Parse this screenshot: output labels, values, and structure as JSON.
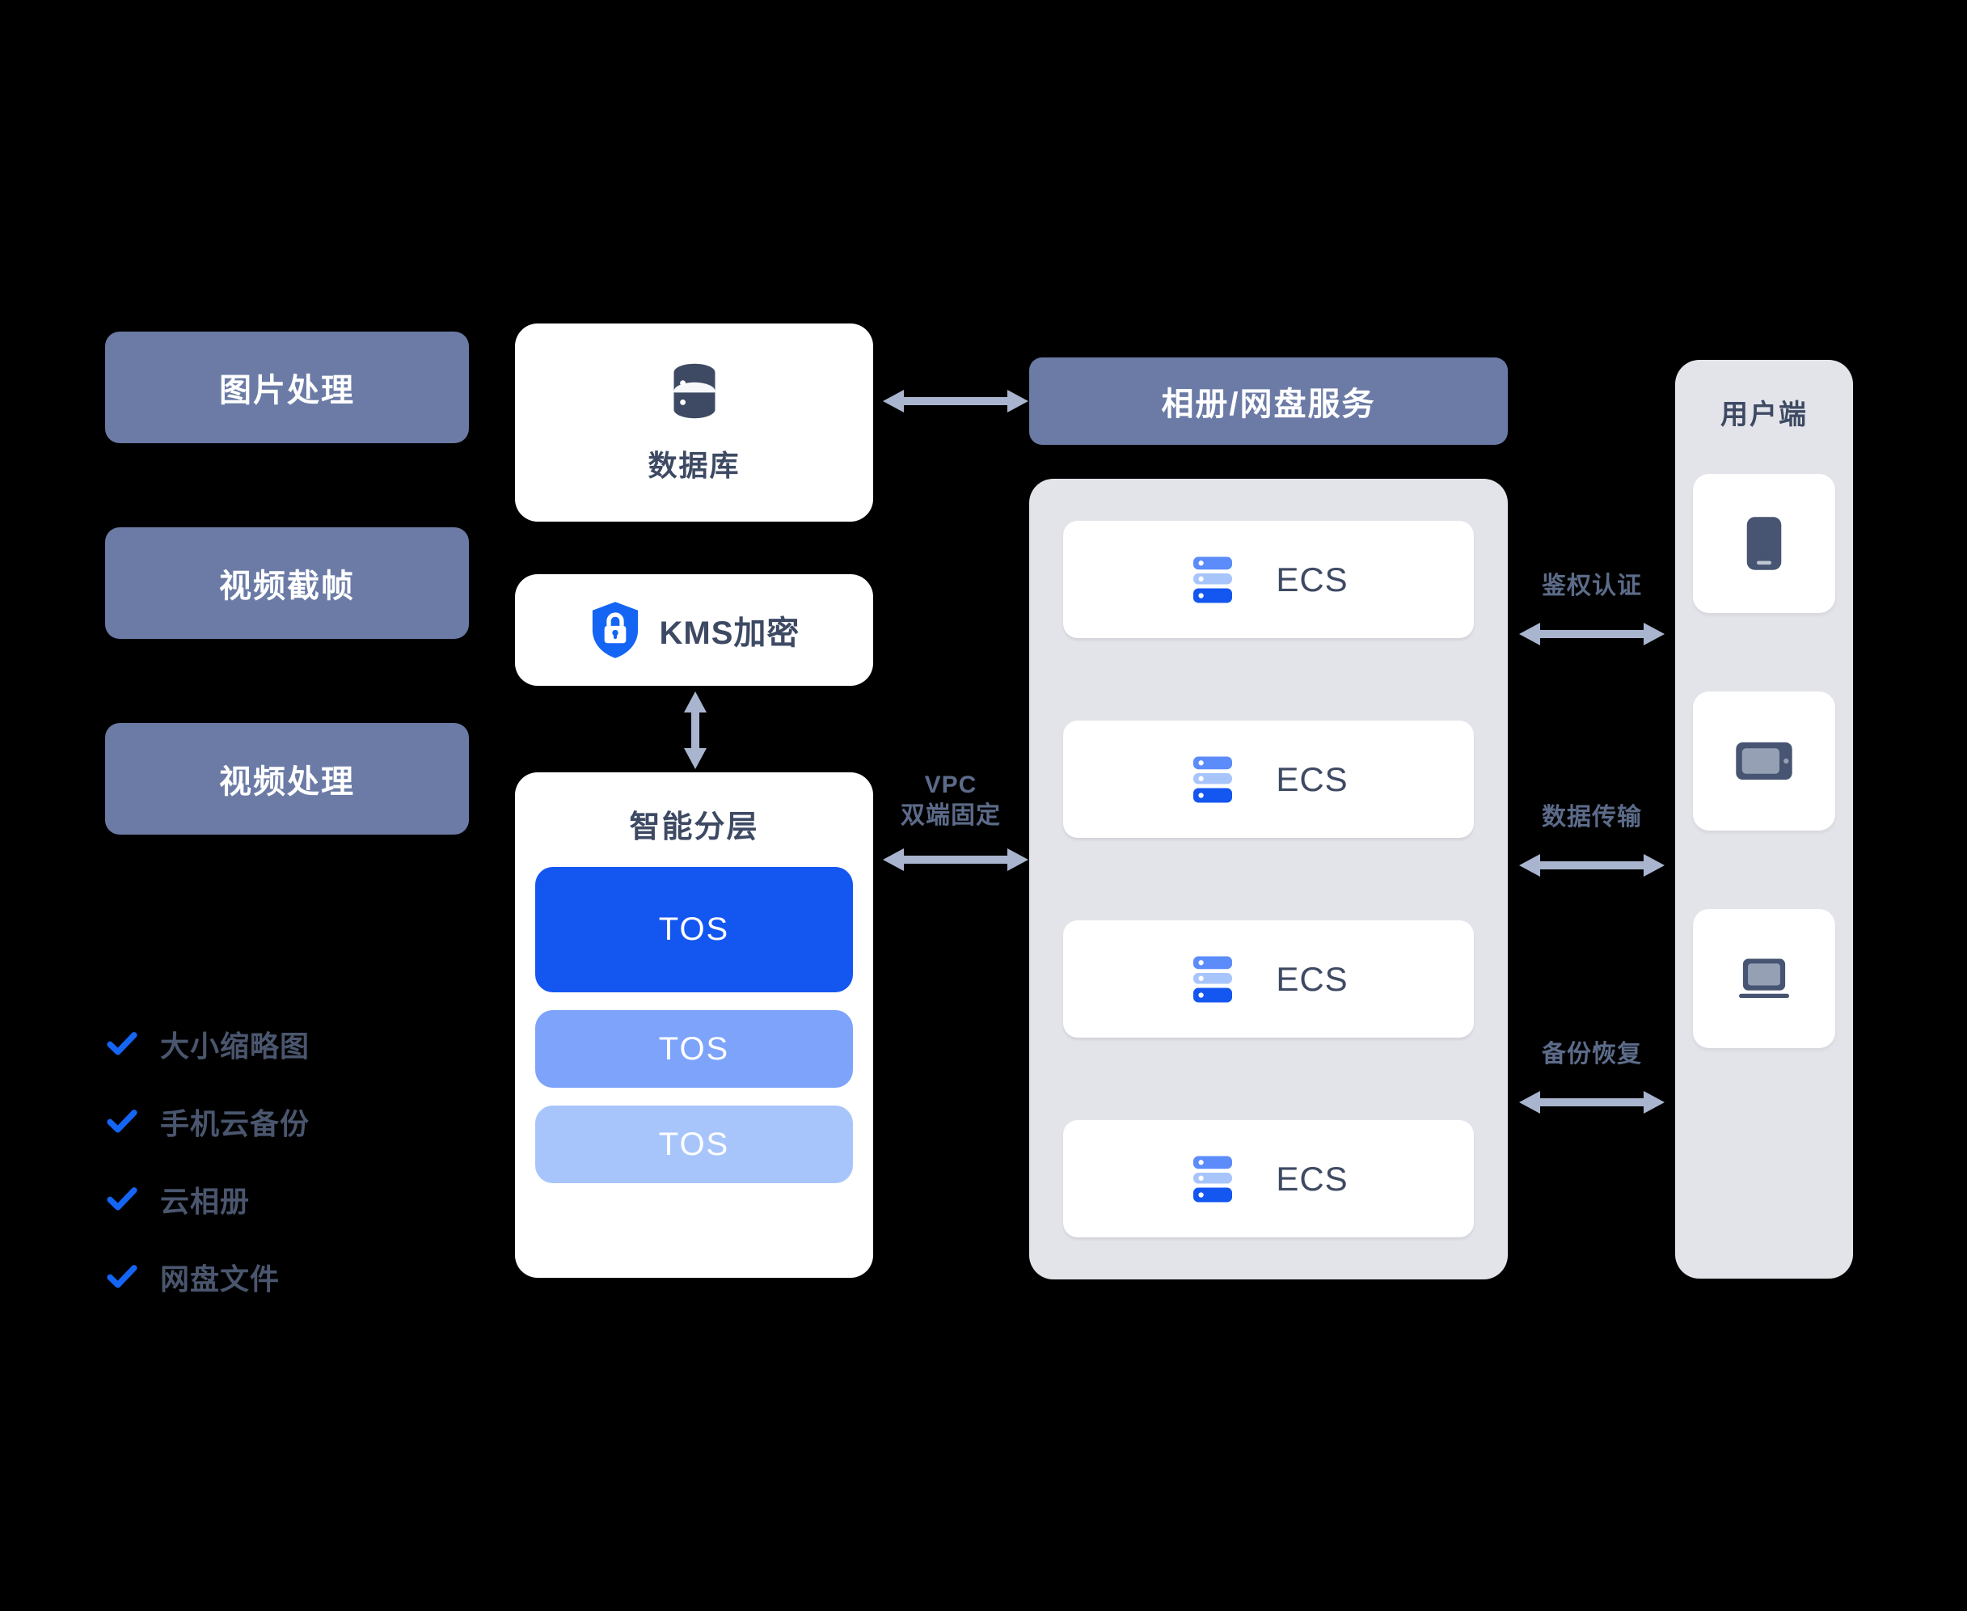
{
  "left_features": [
    {
      "label": "图片处理",
      "icon": "tag-chip"
    },
    {
      "label": "视频截帧",
      "icon": "tag-chip"
    },
    {
      "label": "视频处理",
      "icon": "tag-chip"
    }
  ],
  "checklist": {
    "icon": "check-icon",
    "items": [
      {
        "label": "大小缩略图"
      },
      {
        "label": "手机云备份"
      },
      {
        "label": "云相册"
      },
      {
        "label": "网盘文件"
      }
    ]
  },
  "storage_column": {
    "database": {
      "label": "数据库",
      "icon": "database-icon"
    },
    "kms": {
      "label": "KMS加密",
      "icon": "shield-lock-icon"
    },
    "tiering": {
      "title": "智能分层",
      "tiers": [
        {
          "label": "TOS",
          "tier": "hot"
        },
        {
          "label": "TOS",
          "tier": "warm"
        },
        {
          "label": "TOS",
          "tier": "cold"
        }
      ]
    }
  },
  "service_column": {
    "header": "相册/网盘服务",
    "instances": [
      {
        "label": "ECS",
        "icon": "server-icon"
      },
      {
        "label": "ECS",
        "icon": "server-icon"
      },
      {
        "label": "ECS",
        "icon": "server-icon"
      },
      {
        "label": "ECS",
        "icon": "server-icon"
      }
    ]
  },
  "client_column": {
    "title": "用户端",
    "devices": [
      {
        "icon": "phone-icon"
      },
      {
        "icon": "tablet-icon"
      },
      {
        "icon": "laptop-icon"
      }
    ]
  },
  "connectors": {
    "db_to_service": {
      "label": "",
      "icon": "double-arrow-horizontal"
    },
    "kms_to_tiering": {
      "label": "",
      "icon": "double-arrow-vertical"
    },
    "vpc": {
      "line1": "VPC",
      "line2": "双端固定",
      "icon": "double-arrow-horizontal"
    },
    "auth": {
      "label": "鉴权认证",
      "icon": "double-arrow-horizontal"
    },
    "transfer": {
      "label": "数据传输",
      "icon": "double-arrow-horizontal"
    },
    "backup": {
      "label": "备份恢复",
      "icon": "double-arrow-horizontal"
    }
  },
  "colors": {
    "background": "#000000",
    "slate": "#6B7BA6",
    "dark_text": "#3E4A63",
    "label_text": "#5C6B89",
    "panel_gray": "#E3E4EA",
    "accent_blue": "#1456F0",
    "tier_warm": "#7DA3FB",
    "tier_cold": "#A8C5FB",
    "arrow": "#A9B5CE"
  }
}
